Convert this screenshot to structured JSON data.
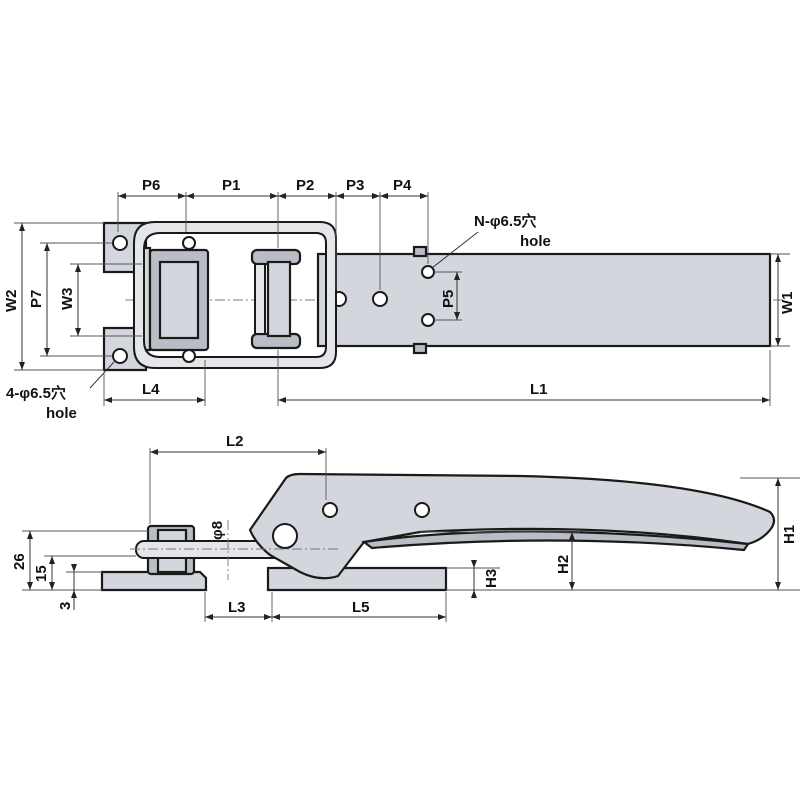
{
  "labels": {
    "p6": "P6",
    "p1": "P1",
    "p2": "P2",
    "p3": "P3",
    "p4": "P4",
    "p5": "P5",
    "p7": "P7",
    "w1": "W1",
    "w2": "W2",
    "w3": "W3",
    "l1": "L1",
    "l2": "L2",
    "l3": "L3",
    "l4": "L4",
    "l5": "L5",
    "h1": "H1",
    "h2": "H2",
    "h3": "H3",
    "dim_26": "26",
    "dim_15": "15",
    "dim_3": "3",
    "phi8": "φ8",
    "holes_top": "N-φ6.5穴",
    "holes_top_en": "hole",
    "holes_left": "4-φ6.5穴",
    "holes_left_en": "hole"
  }
}
